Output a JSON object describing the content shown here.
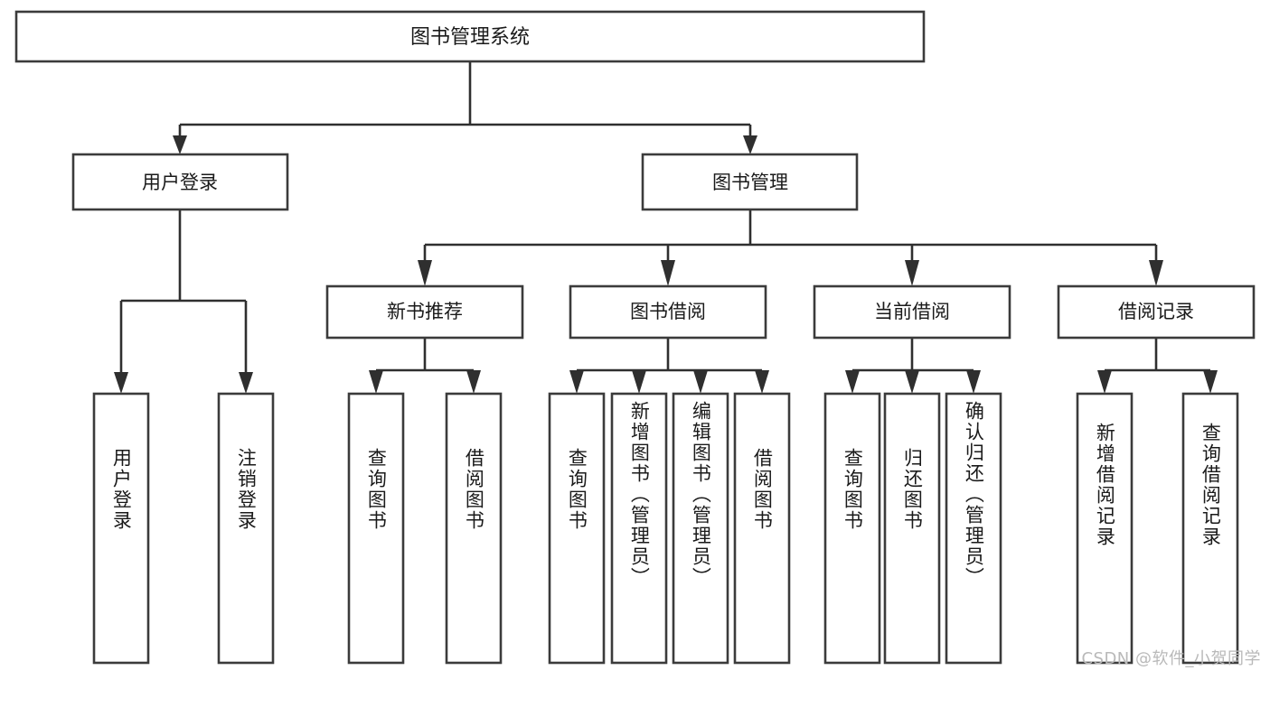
{
  "diagram": {
    "type": "tree-hierarchy",
    "title": "图书管理系统",
    "watermark": "CSDN @软件_小贺同学",
    "colors": {
      "box_stroke": "#3b3b3b",
      "box_fill": "#ffffff",
      "connector": "#2f2f2f",
      "text": "#1a1a1a",
      "watermark": "#b9b9b9",
      "background": "#ffffff"
    },
    "root": {
      "label": "图书管理系统"
    },
    "level2": [
      {
        "label": "用户登录"
      },
      {
        "label": "图书管理"
      }
    ],
    "level3": [
      {
        "label": "新书推荐"
      },
      {
        "label": "图书借阅"
      },
      {
        "label": "当前借阅"
      },
      {
        "label": "借阅记录"
      }
    ],
    "leaves": {
      "user_login": [
        {
          "label": "用户登录"
        },
        {
          "label": "注销登录"
        }
      ],
      "new_book_recommend": [
        {
          "label": "查询图书"
        },
        {
          "label": "借阅图书"
        }
      ],
      "book_borrow": [
        {
          "label": "查询图书"
        },
        {
          "label": "新增图书（管理员）"
        },
        {
          "label": "编辑图书（管理员）"
        },
        {
          "label": "借阅图书"
        }
      ],
      "current_borrow": [
        {
          "label": "查询图书"
        },
        {
          "label": "归还图书"
        },
        {
          "label": "确认归还（管理员）"
        }
      ],
      "borrow_records": [
        {
          "label": "新增借阅记录"
        },
        {
          "label": "查询借阅记录"
        }
      ]
    }
  }
}
